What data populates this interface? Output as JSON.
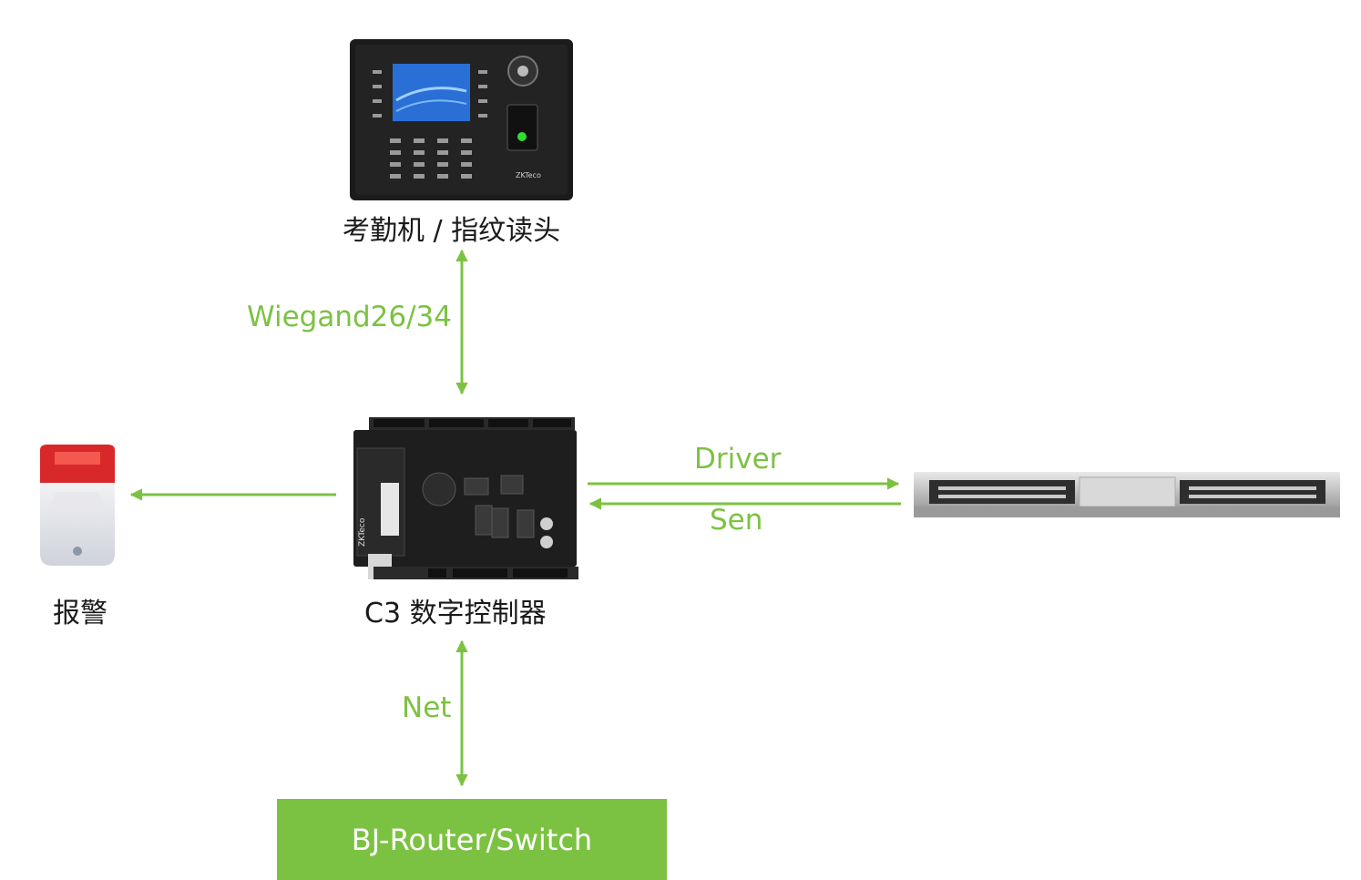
{
  "nodes": {
    "terminal": {
      "label": "考勤机 / 指纹读头",
      "device_text": "ZKTeco"
    },
    "controller": {
      "label": "C3 数字控制器",
      "device_text": "ZKTeco"
    },
    "alarm": {
      "label": "报警"
    },
    "router": {
      "label": "BJ-Router/Switch"
    }
  },
  "edges": {
    "terminal_controller": {
      "label": "Wiegand26/34",
      "direction": "both"
    },
    "controller_lock": {
      "label": "Driver",
      "direction": "to-lock"
    },
    "lock_controller": {
      "label": "Sen",
      "direction": "to-controller"
    },
    "controller_router": {
      "label": "Net",
      "direction": "both"
    },
    "controller_alarm": {
      "direction": "to-alarm"
    }
  },
  "colors": {
    "accent": "#7cc242",
    "device_body": "#1b1b1b",
    "screen": "#2a6fd6",
    "alarm_red": "#d8282a"
  }
}
